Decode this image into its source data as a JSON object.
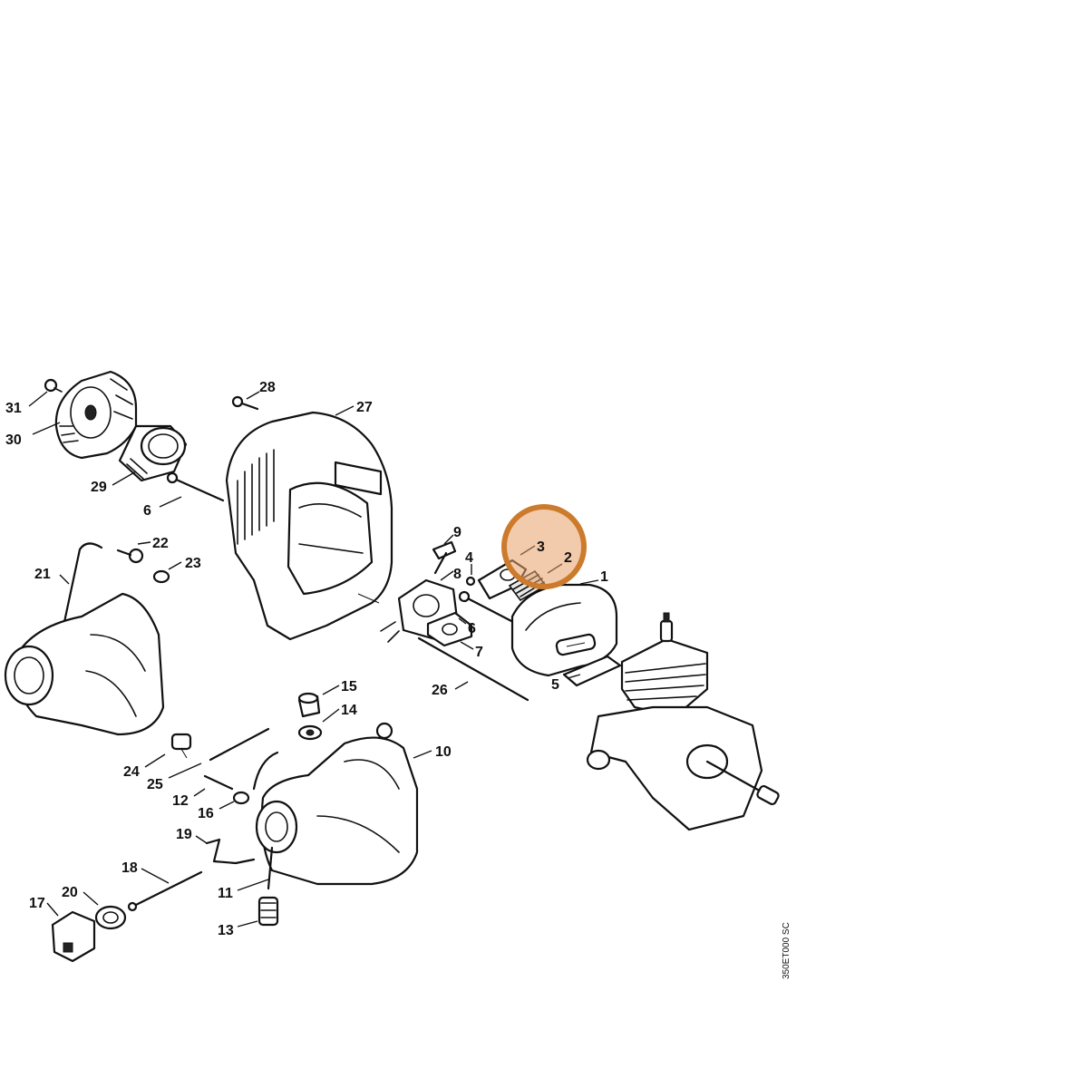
{
  "drawing_code": "350ET000 SC",
  "highlight": {
    "color": "#cc7a2b",
    "fill": "#e8a069",
    "part": "3"
  },
  "labels": {
    "l1": "1",
    "l2": "2",
    "l3": "3",
    "l4": "4",
    "l5": "5",
    "l6a": "6",
    "l6b": "6",
    "l7": "7",
    "l8": "8",
    "l9": "9",
    "l10": "10",
    "l11": "11",
    "l12": "12",
    "l13": "13",
    "l14": "14",
    "l15": "15",
    "l16": "16",
    "l17": "17",
    "l18": "18",
    "l19": "19",
    "l20": "20",
    "l21": "21",
    "l22": "22",
    "l23": "23",
    "l24": "24",
    "l25": "25",
    "l26": "26",
    "l27": "27",
    "l28": "28",
    "l29": "29",
    "l30": "30",
    "l31": "31"
  }
}
